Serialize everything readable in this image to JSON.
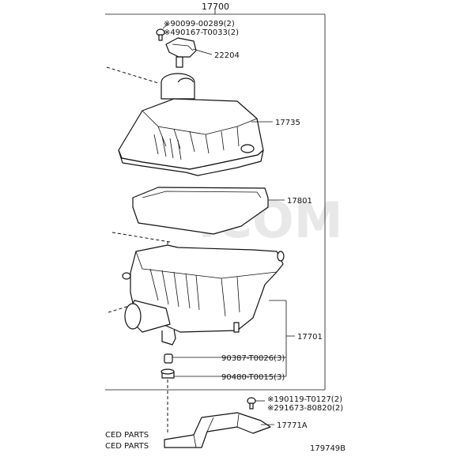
{
  "watermark": ".COM",
  "assembly_label": "17700",
  "labels": {
    "bolt_a": "※90099-00289(2)",
    "bolt_b": "※490167-T0033(2)",
    "sensor": "22204",
    "cap": "17735",
    "filter": "17801",
    "case": "17701",
    "grommet_a": "90387-T0026(3)",
    "grommet_b": "90480-T0015(3)",
    "bracket_bolt_a": "※190119-T0127(2)",
    "bracket_bolt_b": "※291673-80820(2)",
    "bracket": "17771A"
  },
  "legend_lines": [
    "CED PARTS",
    "CED PARTS"
  ],
  "figure_code": "179749B"
}
